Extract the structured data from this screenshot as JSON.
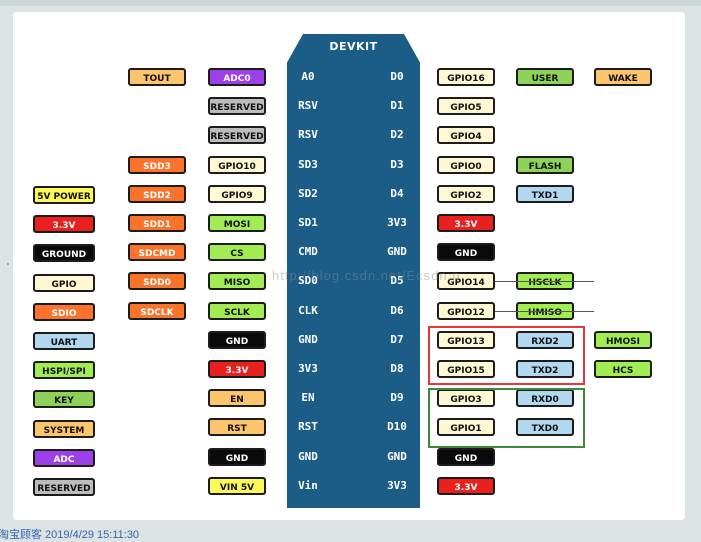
{
  "board": {
    "title": "DEVKIT"
  },
  "rows": [
    {
      "pin_left": "A0",
      "pin_right": "D0",
      "left_tags": [
        {
          "text": "TOUT",
          "color": "#fdc46e"
        },
        {
          "text": "ADC0",
          "color": "#9c41e8"
        }
      ],
      "right_tags": [
        {
          "text": "GPIO16",
          "color": "#fef9d4"
        },
        {
          "text": "USER",
          "color": "#8ed25a"
        },
        {
          "text": "WAKE",
          "color": "#fdc46e"
        }
      ]
    },
    {
      "pin_left": "RSV",
      "pin_right": "D1",
      "left_tags": [
        {
          "text": "RESERVED",
          "color": "#bcbcbc"
        }
      ],
      "right_tags": [
        {
          "text": "GPIO5",
          "color": "#fef9d4"
        }
      ]
    },
    {
      "pin_left": "RSV",
      "pin_right": "D2",
      "left_tags": [
        {
          "text": "RESERVED",
          "color": "#bcbcbc"
        }
      ],
      "right_tags": [
        {
          "text": "GPIO4",
          "color": "#fef9d4"
        }
      ]
    },
    {
      "pin_left": "SD3",
      "pin_right": "D3",
      "left_tags": [
        {
          "text": "SDD3",
          "color": "#f9742a"
        },
        {
          "text": "GPIO10",
          "color": "#fef9d4"
        }
      ],
      "right_tags": [
        {
          "text": "GPIO0",
          "color": "#fef9d4"
        },
        {
          "text": "FLASH",
          "color": "#8ed25a"
        }
      ]
    },
    {
      "pin_left": "SD2",
      "pin_right": "D4",
      "left_tags": [
        {
          "text": "SDD2",
          "color": "#f9742a"
        },
        {
          "text": "GPIO9",
          "color": "#fef9d4"
        }
      ],
      "right_tags": [
        {
          "text": "GPIO2",
          "color": "#fef9d4"
        },
        {
          "text": "TXD1",
          "color": "#b2d8f0"
        }
      ]
    },
    {
      "pin_left": "SD1",
      "pin_right": "3V3",
      "left_tags": [
        {
          "text": "SDD1",
          "color": "#f9742a"
        },
        {
          "text": "MOSI",
          "color": "#a2ec54"
        }
      ],
      "right_tags": [
        {
          "text": "3.3V",
          "color": "#e8201e"
        }
      ]
    },
    {
      "pin_left": "CMD",
      "pin_right": "GND",
      "left_tags": [
        {
          "text": "SDCMD",
          "color": "#f9742a"
        },
        {
          "text": "CS",
          "color": "#a2ec54"
        }
      ],
      "right_tags": [
        {
          "text": "GND",
          "color": "#0a0a0a"
        }
      ]
    },
    {
      "pin_left": "SD0",
      "pin_right": "D5",
      "left_tags": [
        {
          "text": "SDD0",
          "color": "#f9742a"
        },
        {
          "text": "MISO",
          "color": "#a2ec54"
        }
      ],
      "right_tags": [
        {
          "text": "GPIO14",
          "color": "#fef9d4"
        },
        {
          "text": "HSCLK",
          "color": "#a2ec54"
        }
      ]
    },
    {
      "pin_left": "CLK",
      "pin_right": "D6",
      "left_tags": [
        {
          "text": "SDCLK",
          "color": "#f9742a"
        },
        {
          "text": "SCLK",
          "color": "#a2ec54"
        }
      ],
      "right_tags": [
        {
          "text": "GPIO12",
          "color": "#fef9d4"
        },
        {
          "text": "HMISO",
          "color": "#a2ec54"
        }
      ]
    },
    {
      "pin_left": "GND",
      "pin_right": "D7",
      "left_tags": [
        {
          "text": "GND",
          "color": "#0a0a0a"
        }
      ],
      "right_tags": [
        {
          "text": "GPIO13",
          "color": "#fef9d4"
        },
        {
          "text": "RXD2",
          "color": "#b2d8f0"
        },
        {
          "text": "HMOSI",
          "color": "#a2ec54"
        }
      ]
    },
    {
      "pin_left": "3V3",
      "pin_right": "D8",
      "left_tags": [
        {
          "text": "3.3V",
          "color": "#e8201e"
        }
      ],
      "right_tags": [
        {
          "text": "GPIO15",
          "color": "#fef9d4"
        },
        {
          "text": "TXD2",
          "color": "#b2d8f0"
        },
        {
          "text": "HCS",
          "color": "#a2ec54"
        }
      ]
    },
    {
      "pin_left": "EN",
      "pin_right": "D9",
      "left_tags": [
        {
          "text": "EN",
          "color": "#fdc46e"
        }
      ],
      "right_tags": [
        {
          "text": "GPIO3",
          "color": "#fef9d4"
        },
        {
          "text": "RXD0",
          "color": "#b2d8f0"
        }
      ]
    },
    {
      "pin_left": "RST",
      "pin_right": "D10",
      "left_tags": [
        {
          "text": "RST",
          "color": "#fdc46e"
        }
      ],
      "right_tags": [
        {
          "text": "GPIO1",
          "color": "#fef9d4"
        },
        {
          "text": "TXD0",
          "color": "#b2d8f0"
        }
      ]
    },
    {
      "pin_left": "GND",
      "pin_right": "GND",
      "left_tags": [
        {
          "text": "GND",
          "color": "#0a0a0a"
        }
      ],
      "right_tags": [
        {
          "text": "GND",
          "color": "#0a0a0a"
        }
      ]
    },
    {
      "pin_left": "Vin",
      "pin_right": "3V3",
      "left_tags": [
        {
          "text": "VIN 5V",
          "color": "#fef95a"
        }
      ],
      "right_tags": [
        {
          "text": "3.3V",
          "color": "#e8201e"
        }
      ]
    }
  ],
  "legend": [
    {
      "text": "5V POWER",
      "color": "#fef95a"
    },
    {
      "text": "3.3V",
      "color": "#e8201e"
    },
    {
      "text": "GROUND",
      "color": "#0a0a0a"
    },
    {
      "text": "GPIO",
      "color": "#fef9d4"
    },
    {
      "text": "SDIO",
      "color": "#f9742a"
    },
    {
      "text": "UART",
      "color": "#b2d8f0"
    },
    {
      "text": "HSPI/SPI",
      "color": "#a2ec54"
    },
    {
      "text": "KEY",
      "color": "#8ed25a"
    },
    {
      "text": "SYSTEM",
      "color": "#fdc46e"
    },
    {
      "text": "ADC",
      "color": "#9c41e8"
    },
    {
      "text": "RESERVED",
      "color": "#bcbcbc"
    }
  ],
  "highlights": {
    "red": "#e5363a",
    "green": "#3d8a3a"
  },
  "watermark": "http://blog.csdn.net/Ecsdn.p",
  "footer": "淘宝顾客 2019/4/29 15:11:30"
}
